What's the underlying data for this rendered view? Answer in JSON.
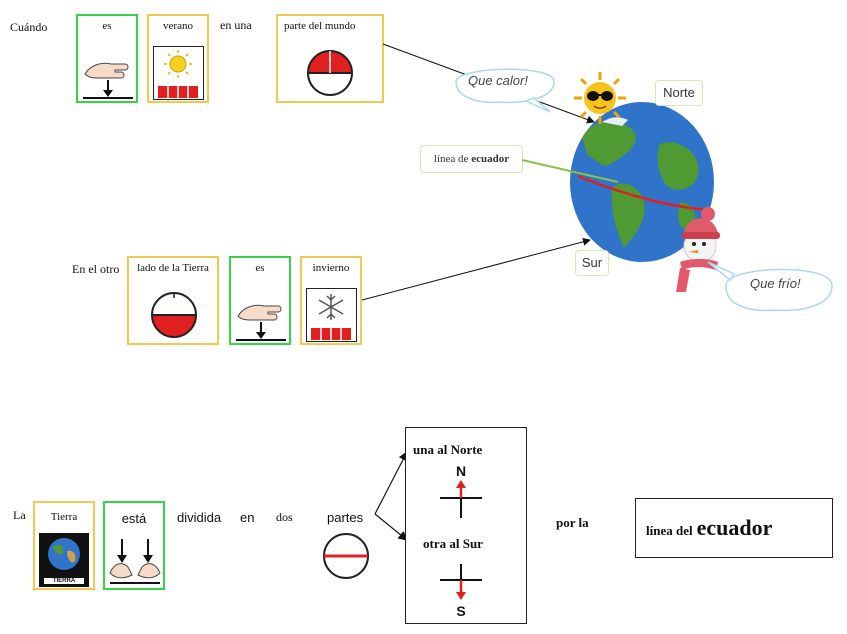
{
  "row1": {
    "cuando": "Cuándo",
    "es": "es",
    "verano": "verano",
    "en_una": "en una",
    "parte_del_mundo": "parte del mundo"
  },
  "row2": {
    "en_el_otro": "En el otro",
    "lado": "lado de la Tierra",
    "es": "es",
    "invierno": "invierno"
  },
  "globe": {
    "que_calor": "Que calor!",
    "norte": "Norte",
    "sur": "Sur",
    "que_frio": "Que frío!",
    "linea_de": "línea de",
    "ecuador": "ecuador"
  },
  "row3": {
    "la": "La",
    "tierra": "Tierra",
    "tierra_pic_caption": "TIERRA",
    "esta": "está",
    "dividida": "dividida",
    "en": "en",
    "dos": "dos",
    "partes": "partes",
    "una_al_norte": "una al Norte",
    "norte_letter": "N",
    "otra_al_sur": "otra al Sur",
    "sur_letter": "S",
    "por_la": "por la",
    "linea_del": "línea del",
    "ecuador_big": "ecuador"
  },
  "colors": {
    "yellow_border": "#f2c94c",
    "green_border": "#37d24a",
    "red": "#e02020",
    "ocean": "#2f74c8",
    "land": "#4f9a32",
    "bubble": "#a8d8f0"
  }
}
